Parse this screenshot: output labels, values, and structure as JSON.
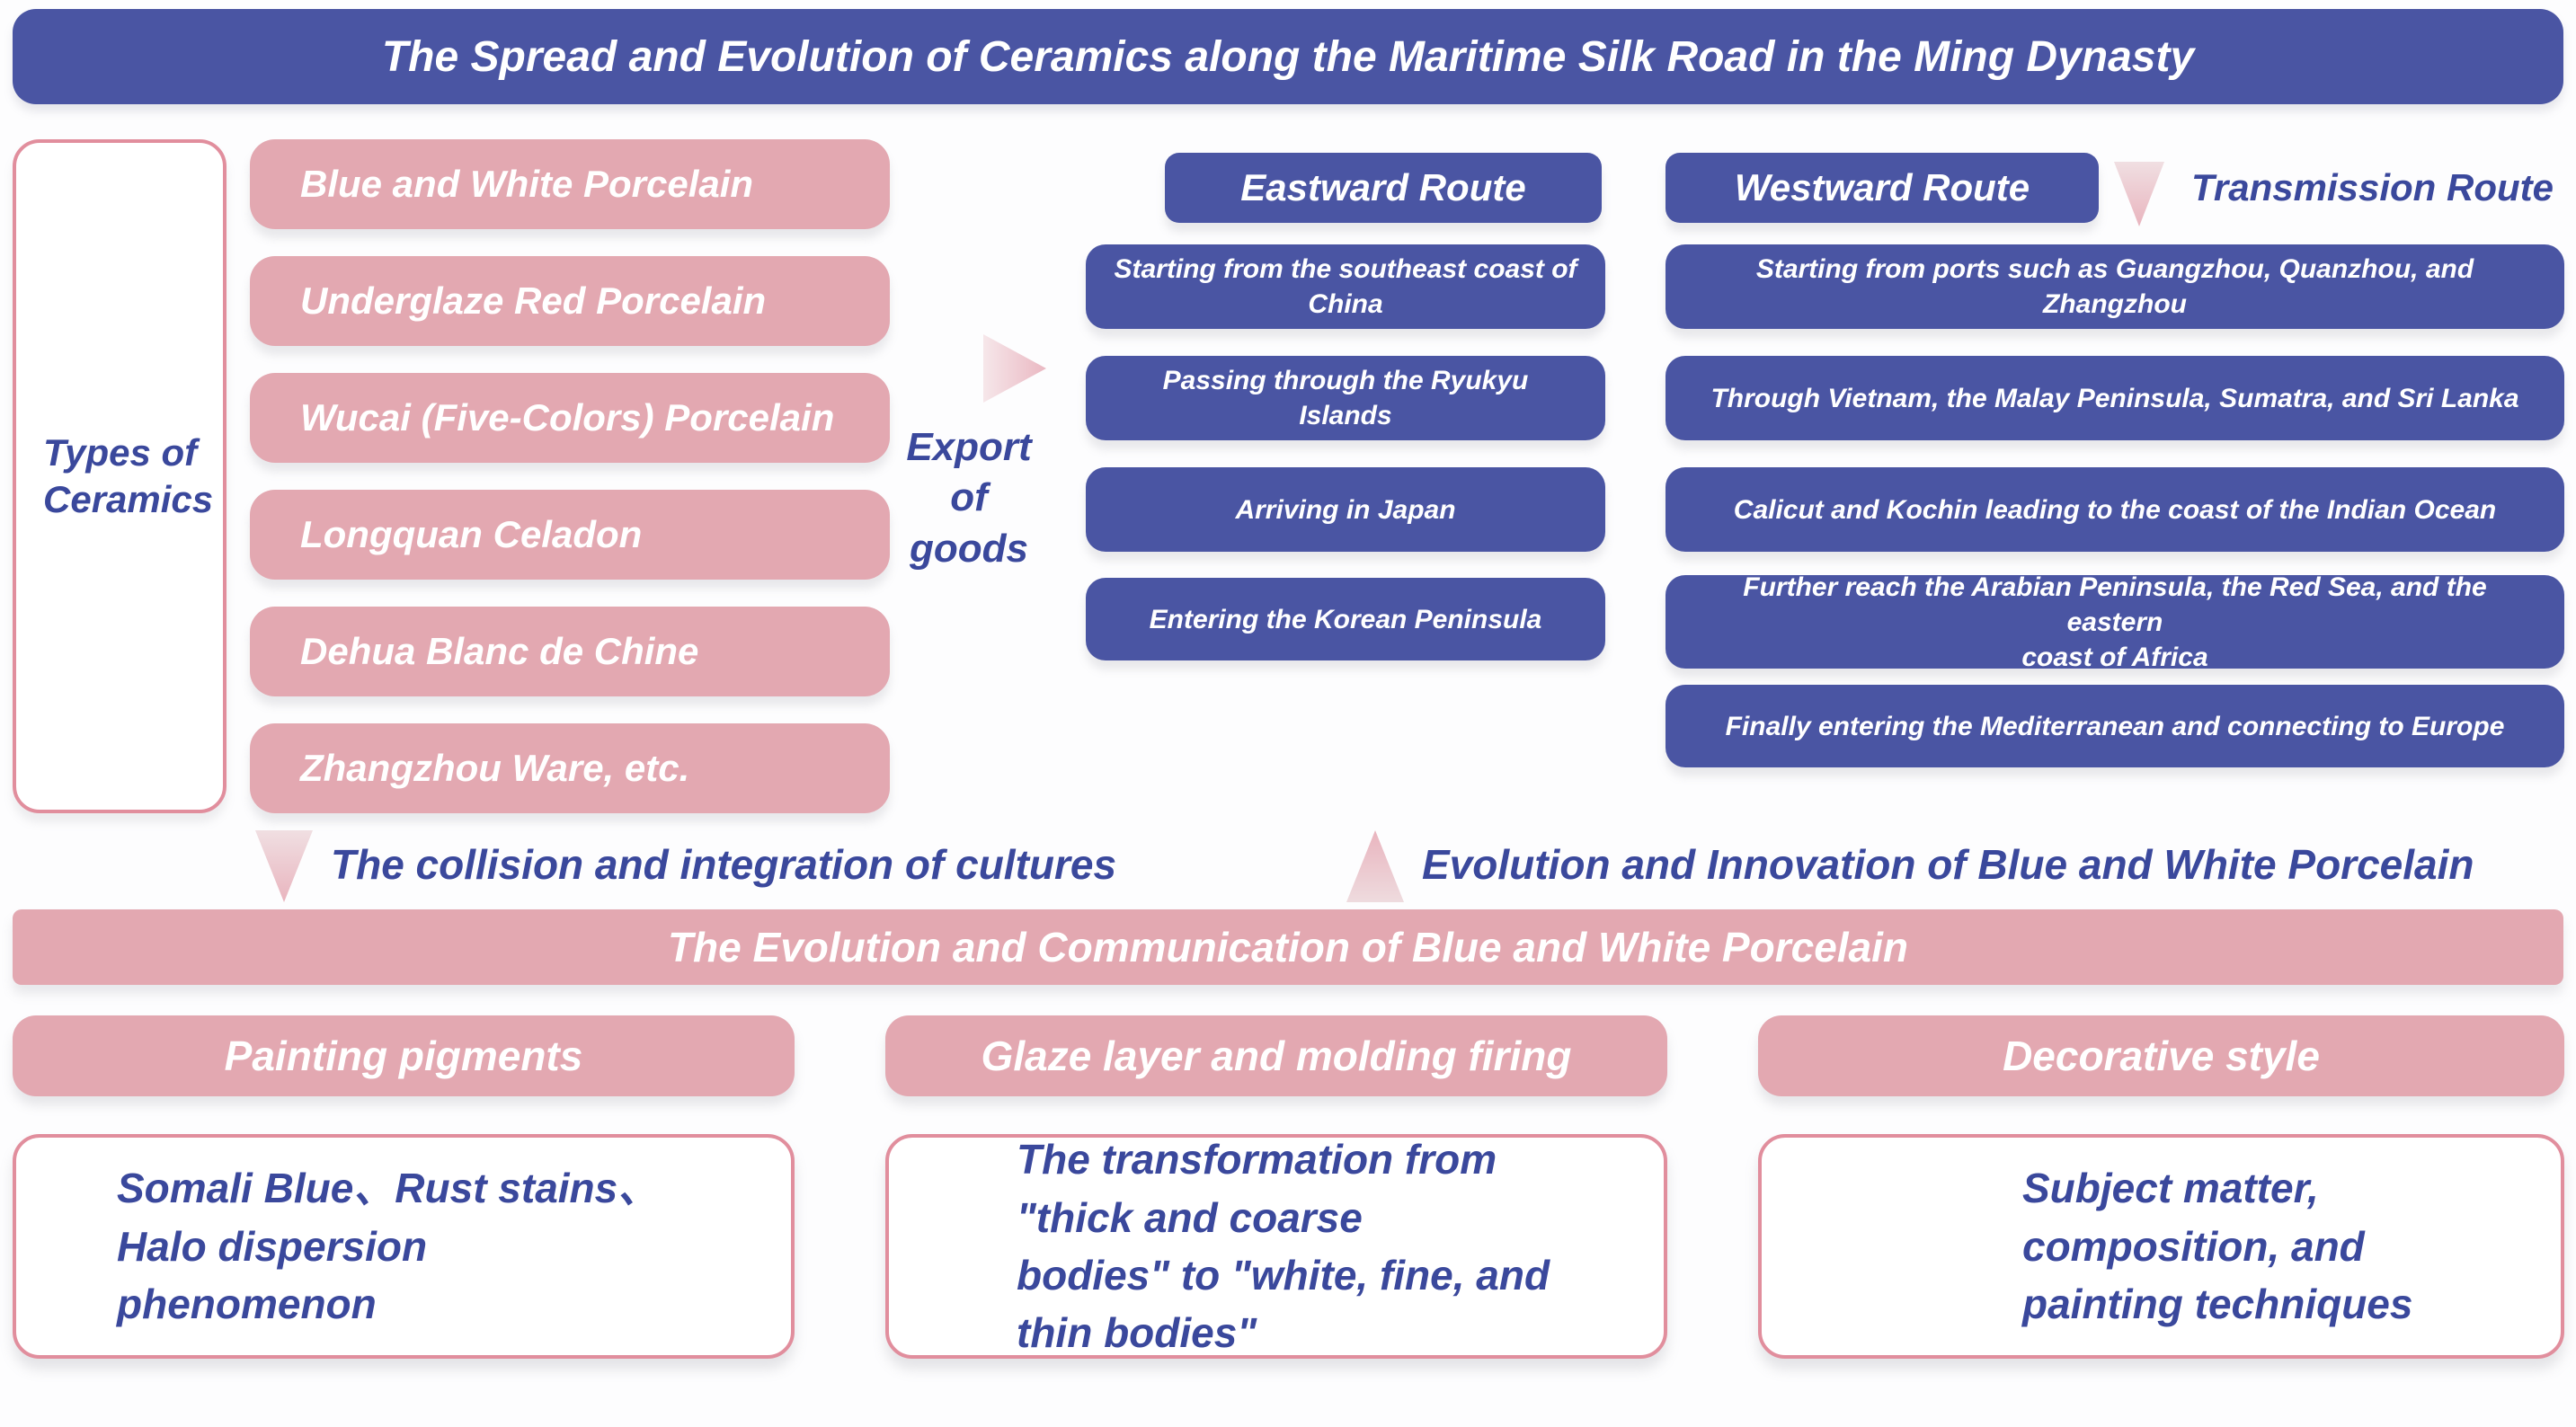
{
  "title": "The Spread and Evolution of Ceramics along the Maritime Silk Road in the Ming Dynasty",
  "colors": {
    "blue": "#4a55a3",
    "pink": "#e3a8b1",
    "pink_border": "#e18e9d",
    "blue_text": "#3a489c",
    "arrow_pink": "#e9b4be"
  },
  "types_panel": {
    "label": "Types of\nCeramics",
    "items": [
      "Blue and White Porcelain",
      "Underglaze Red Porcelain",
      "Wucai (Five-Colors) Porcelain",
      "Longquan Celadon",
      "Dehua Blanc de Chine",
      "Zhangzhou Ware, etc."
    ]
  },
  "export_label": "Export\nof\ngoods",
  "eastward_route": {
    "header": "Eastward Route",
    "steps": [
      "Starting from the southeast coast of China",
      "Passing through the Ryukyu Islands",
      "Arriving in Japan",
      "Entering the Korean Peninsula"
    ]
  },
  "westward_route": {
    "header": "Westward Route",
    "steps": [
      "Starting from ports such as Guangzhou, Quanzhou, and Zhangzhou",
      "Through Vietnam, the Malay Peninsula, Sumatra, and Sri Lanka",
      "Calicut and Kochin leading to the coast of the Indian Ocean",
      "Further reach the Arabian Peninsula, the Red Sea, and the eastern\ncoast of Africa",
      "Finally entering the Mediterranean and connecting to Europe"
    ]
  },
  "legend": {
    "label": "Transmission Route"
  },
  "flow_down_label": "The collision and integration of cultures",
  "flow_up_label": "Evolution and Innovation of Blue and White Porcelain",
  "evolution_bar": "The Evolution and Communication of Blue and White Porcelain",
  "bottom_sections": [
    {
      "header": "Painting pigments",
      "body": "Somali Blue、Rust stains、Halo dispersion\nphenomenon"
    },
    {
      "header": "Glaze layer and molding firing",
      "body": "The transformation from \"thick and coarse\nbodies\" to \"white, fine, and thin bodies\""
    },
    {
      "header": "Decorative style",
      "body": "Subject matter, composition, and\npainting techniques"
    }
  ]
}
